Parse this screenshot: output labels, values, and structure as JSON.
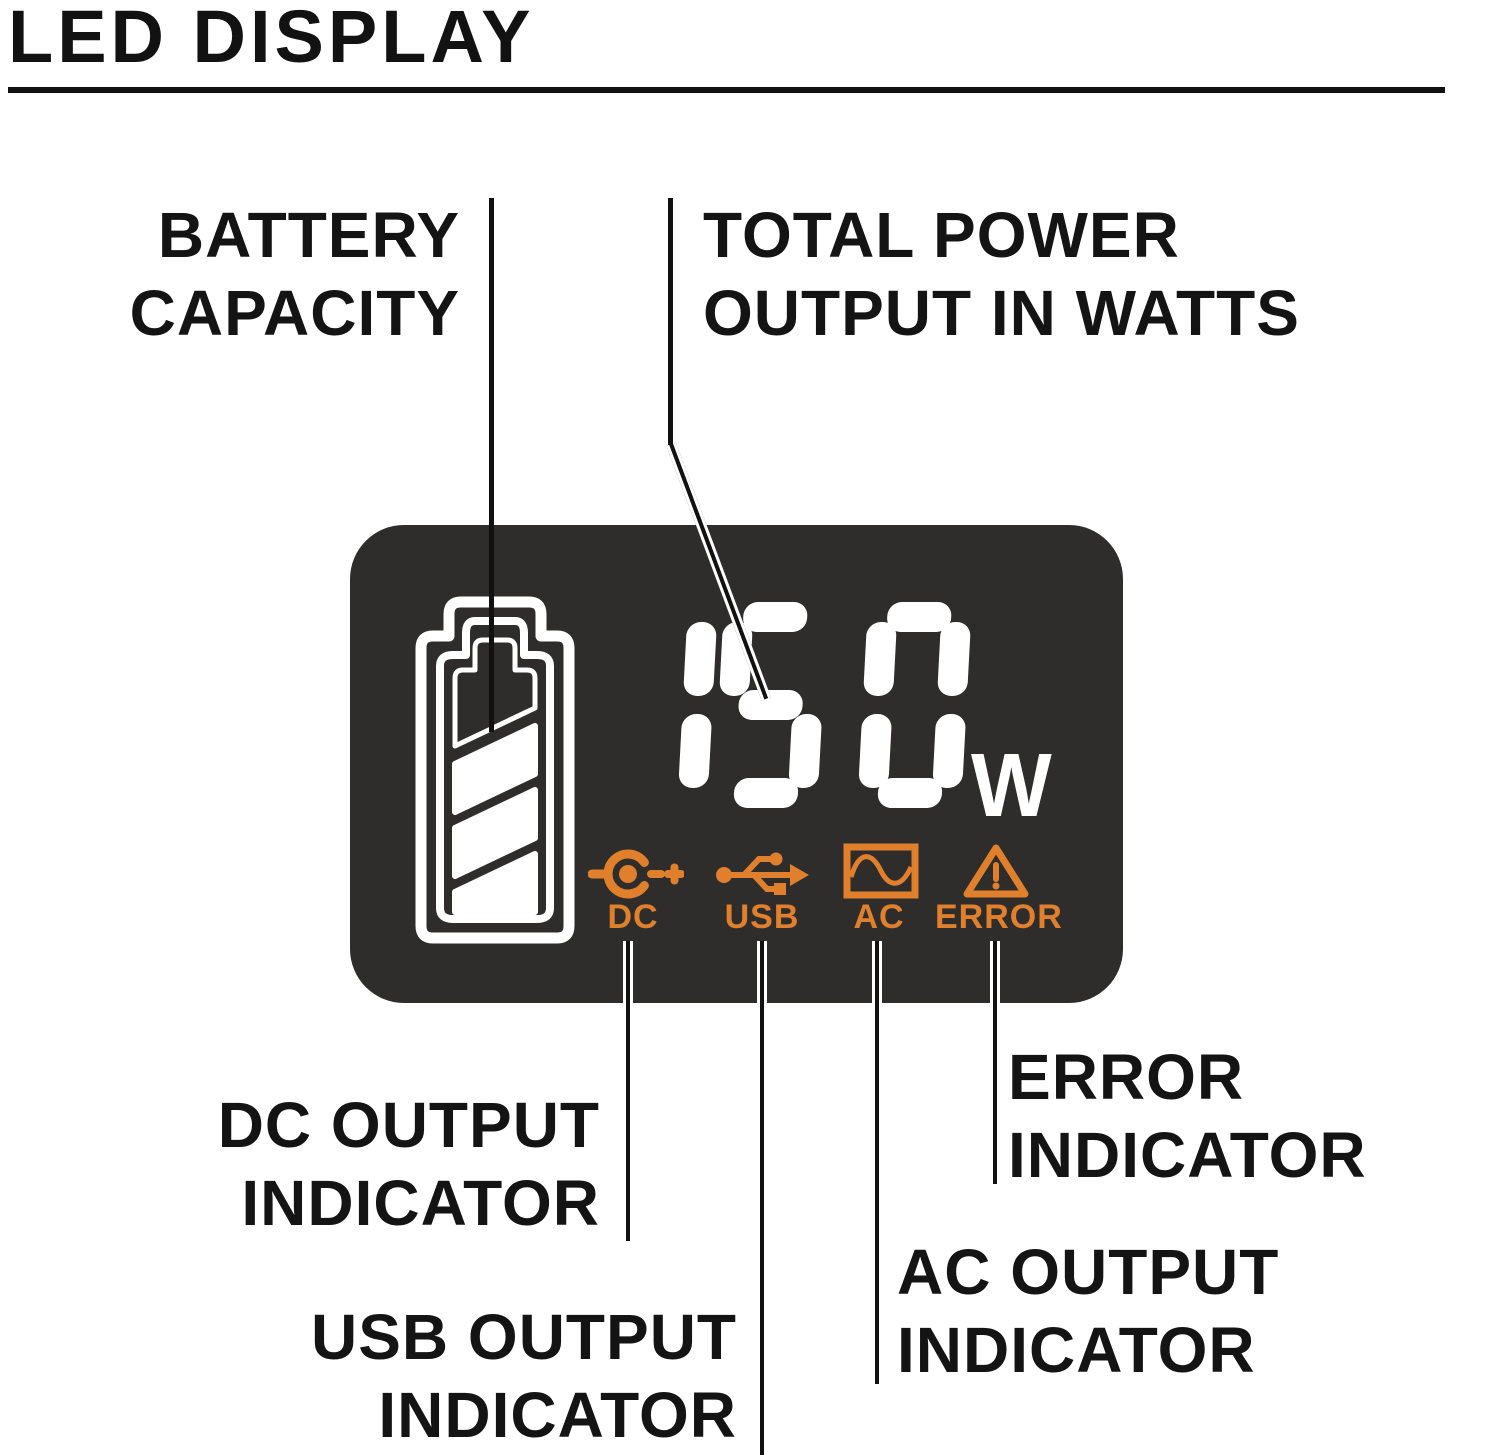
{
  "title": "LED DISPLAY",
  "colors": {
    "accent_orange": "#E0802C",
    "panel_background": "#2F2D2B",
    "display_segment_white": "#FFFFFF",
    "text_black": "#141414"
  },
  "display": {
    "watts_value": "150",
    "watts_unit": "W",
    "battery_icon": {
      "name": "battery-capacity-icon",
      "filled_segments": 3,
      "total_segments": 4
    },
    "indicators": [
      {
        "id": "dc",
        "label": "DC",
        "icon": "dc-barrel-plug-icon"
      },
      {
        "id": "usb",
        "label": "USB",
        "icon": "usb-trident-icon"
      },
      {
        "id": "ac",
        "label": "AC",
        "icon": "ac-sine-wave-icon"
      },
      {
        "id": "error",
        "label": "ERROR",
        "icon": "warning-triangle-icon"
      }
    ]
  },
  "callouts": {
    "battery": {
      "lines": [
        "BATTERY",
        "CAPACITY"
      ]
    },
    "total_power": {
      "lines": [
        "TOTAL POWER",
        "OUTPUT IN WATTS"
      ]
    },
    "dc": {
      "lines": [
        "DC OUTPUT",
        "INDICATOR"
      ]
    },
    "usb": {
      "lines": [
        "USB OUTPUT",
        "INDICATOR"
      ]
    },
    "ac": {
      "lines": [
        "AC OUTPUT",
        "INDICATOR"
      ]
    },
    "error": {
      "lines": [
        "ERROR",
        "INDICATOR"
      ]
    }
  }
}
